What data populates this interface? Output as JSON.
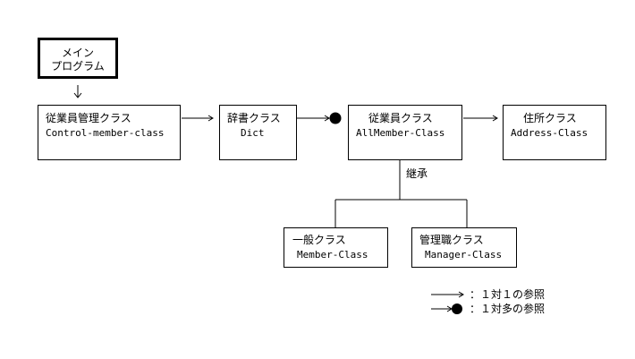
{
  "main_program": {
    "line1": "メイン",
    "line2": "プログラム"
  },
  "control": {
    "jp": "従業員管理クラス",
    "en": "Control-member-class"
  },
  "dict": {
    "jp": "辞書クラス",
    "en": "Dict"
  },
  "employee": {
    "jp": "従業員クラス",
    "en": "AllMember-Class"
  },
  "address": {
    "jp": "住所クラス",
    "en": "Address-Class"
  },
  "inherit_label": "継承",
  "general": {
    "jp": "一般クラス",
    "en": "Member-Class"
  },
  "manager": {
    "jp": "管理職クラス",
    "en": "Manager-Class"
  },
  "legend": {
    "one_to_one": "：１対１の参照",
    "one_to_many": "：１対多の参照"
  }
}
